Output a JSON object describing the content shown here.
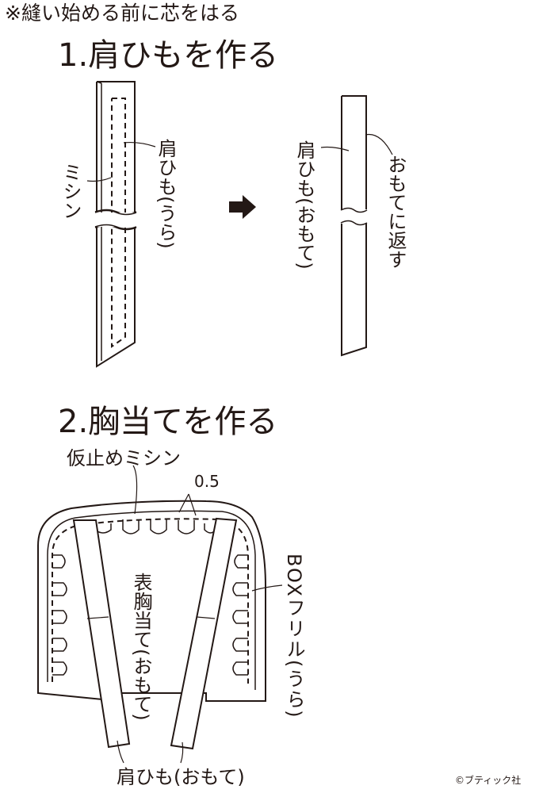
{
  "header": {
    "note": "※縫い始める前に芯をはる"
  },
  "step1": {
    "title": "1.肩ひもを作る",
    "label_misin": "ミシン",
    "label_strap_back": "肩ひも(うら)",
    "arrow": "➡",
    "label_strap_front": "肩ひも(おもて)",
    "label_turn": "おもてに返す"
  },
  "step2": {
    "title": "2.胸当てを作る",
    "label_baste": "仮止めミシン",
    "label_margin": "0.5",
    "label_bib": "表胸当て(おもて)",
    "label_frill": "BOXフリル(うら)",
    "label_strap_front": "肩ひも(おもて)"
  },
  "footer": {
    "copyright": "©ブティック社"
  },
  "colors": {
    "ink": "#231815",
    "paper": "#ffffff"
  }
}
